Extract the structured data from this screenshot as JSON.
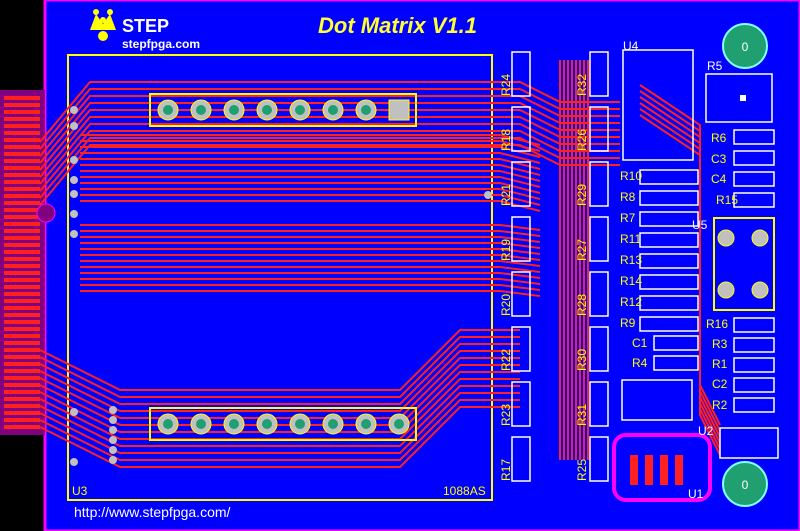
{
  "board": {
    "title": "Dot Matrix V1.1",
    "brand": "STEP",
    "brand_site": "stepfpga.com",
    "url": "http://www.stepfpga.com/",
    "matrix_ref": "U3",
    "matrix_part": "1088AS"
  },
  "resistors_left": [
    "R24",
    "R18",
    "R21",
    "R19",
    "R20",
    "R22",
    "R23",
    "R17"
  ],
  "resistors_mid": [
    "R32",
    "R26",
    "R29",
    "R27",
    "R28",
    "R30",
    "R31",
    "R25"
  ],
  "components_right": {
    "u4": "U4",
    "r5": "R5",
    "r6": "R6",
    "c3": "C3",
    "c4": "C4",
    "r15": "R15",
    "u5": "U5",
    "r16": "R16",
    "r3": "R3",
    "r1": "R1",
    "c2": "C2",
    "r2": "R2",
    "u2": "U2",
    "u1": "U1"
  },
  "resistors_right_col": [
    "R10",
    "R8",
    "R7",
    "R11",
    "R13",
    "R14",
    "R12",
    "R9"
  ],
  "c1": "C1",
  "r4": "R4",
  "colors": {
    "board": "#0000ff",
    "trace": "#ff2020",
    "silk": "#ffff00",
    "edge": "#ff00ff",
    "pad": "#c0c0c0"
  }
}
